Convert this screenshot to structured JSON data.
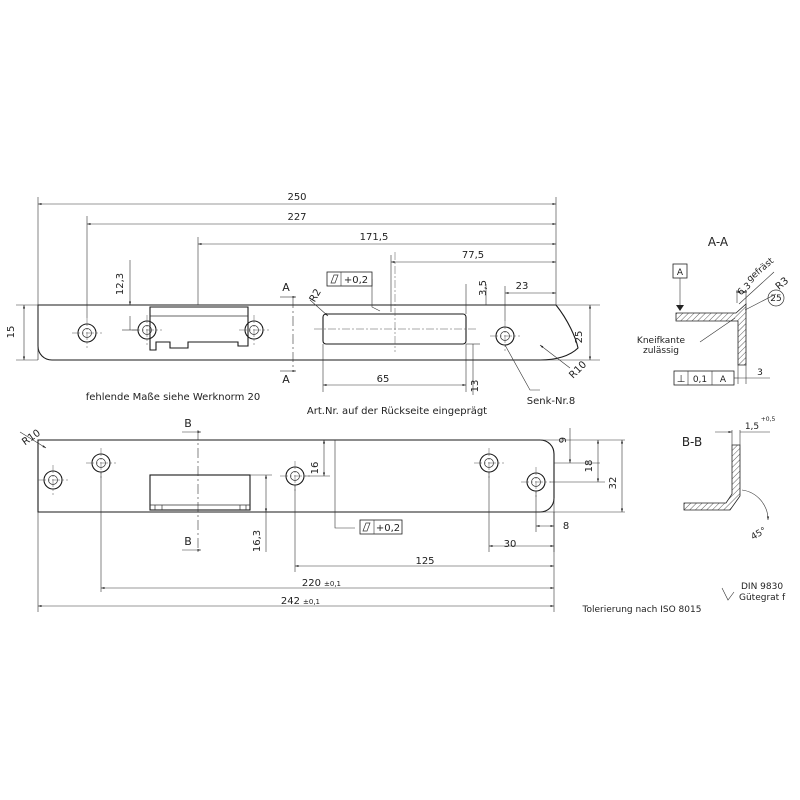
{
  "top_view": {
    "dims": {
      "d250": "250",
      "d227": "227",
      "d171_5": "171,5",
      "d77_5": "77,5",
      "d23": "23",
      "d3_5": "3,5",
      "d12_3": "12,3",
      "d15": "15",
      "d25": "25",
      "d13": "13",
      "d65": "65",
      "r2": "R2",
      "r10": "R10"
    },
    "section_mark": "A",
    "tolerance_value": "+0,2",
    "note_missing": "fehlende Maße siehe Werknorm 20",
    "note_artnr": "Art.Nr. auf der Rückseite eingeprägt",
    "note_senk": "Senk-Nr.8"
  },
  "bottom_view": {
    "dims": {
      "r10": "R10",
      "d9": "9",
      "d18": "18",
      "d32": "32",
      "d16": "16",
      "d16_3": "16,3",
      "d8": "8",
      "d30": "30",
      "d125": "125",
      "d220": "220",
      "d220_tol": "±0,1",
      "d242": "242",
      "d242_tol": "±0,1"
    },
    "section_mark": "B",
    "tolerance_value": "+0,2"
  },
  "section_aa": {
    "title": "A-A",
    "datum": "A",
    "gefraest": "gefräst",
    "r3": "R3",
    "d6_3": "6,3",
    "d25": "25",
    "kneif_line1": "Kneifkante",
    "kneif_line2": "zulässig",
    "perp_symbol": "⊥",
    "perp_value": "0,1",
    "perp_datum": "A",
    "d3": "3"
  },
  "section_bb": {
    "title": "B-B",
    "d1_5": "1,5",
    "d1_5_tol": "+0,5",
    "angle": "45°"
  },
  "notes": {
    "din": "DIN 9830",
    "guetegrat": "Gütegrat f",
    "tolerierung": "Tolerierung nach ISO 8015"
  }
}
